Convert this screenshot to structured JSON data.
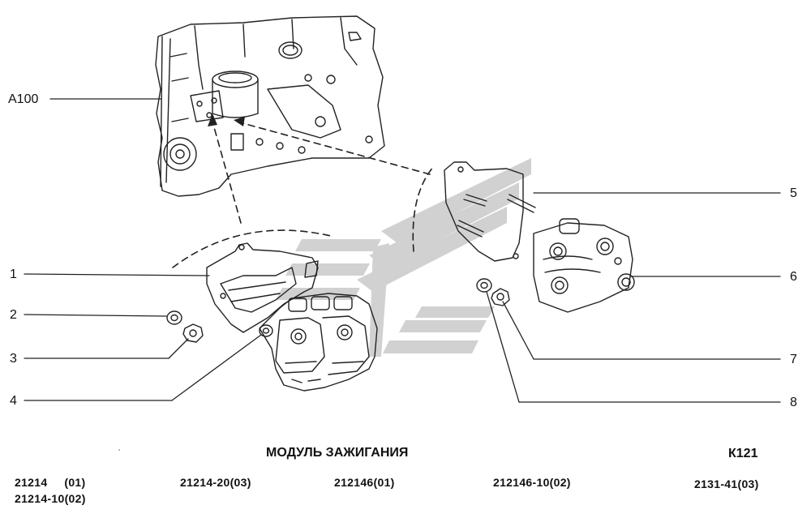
{
  "callouts": {
    "ref_a100": "A100",
    "c1": "1",
    "c2": "2",
    "c3": "3",
    "c4": "4",
    "c5": "5",
    "c6": "6",
    "c7": "7",
    "c8": "8"
  },
  "footer": {
    "title": "МОДУЛЬ ЗАЖИГАНИЯ",
    "page_code": "К121",
    "models": [
      "21214     (01)",
      "21214-10(02)",
      "21214-20(03)",
      "212146(01)",
      "212146-10(02)",
      "2131-41(03)"
    ]
  },
  "colors": {
    "line": "#222222",
    "watermark": "#c9c9c9",
    "background": "#ffffff"
  },
  "icons": [
    "engine-block",
    "mounting-bracket",
    "ignition-module",
    "ignition-coil",
    "washer",
    "nut",
    "stud"
  ]
}
